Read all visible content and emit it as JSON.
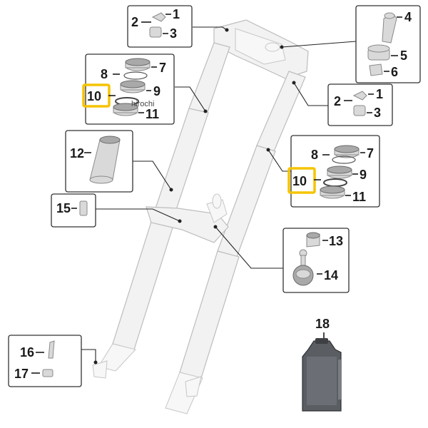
{
  "diagram": {
    "watermark": "hirochi",
    "callouts": {
      "c1a": "1",
      "c2a": "2",
      "c3a": "3",
      "c4": "4",
      "c5": "5",
      "c6": "6",
      "c1b": "1",
      "c2b": "2",
      "c3b": "3",
      "c7a": "7",
      "c8a": "8",
      "c9a": "9",
      "c10a": "10",
      "c11a": "11",
      "c7b": "7",
      "c8b": "8",
      "c9b": "9",
      "c10b": "10",
      "c11b": "11",
      "c12": "12",
      "c13": "13",
      "c14": "14",
      "c15": "15",
      "c16": "16",
      "c17": "17",
      "c18": "18"
    },
    "highlight_color": "#f5c400"
  }
}
